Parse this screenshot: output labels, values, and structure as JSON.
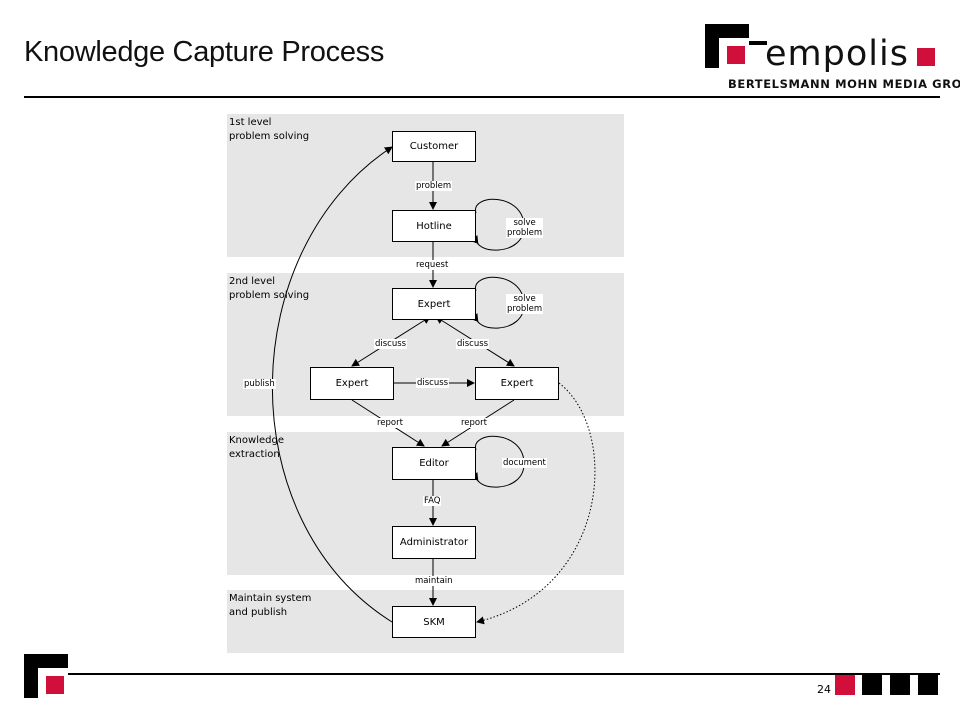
{
  "slide": {
    "title": "Knowledge Capture Process",
    "page_number": "24"
  },
  "logo": {
    "wordmark": "empolis",
    "tagline": "BERTELSMANN MOHN MEDIA GROUP",
    "accent_color": "#d0103a"
  },
  "bands": [
    {
      "label": "1st level\nproblem solving"
    },
    {
      "label": "2nd level\nproblem solving"
    },
    {
      "label": "Knowledge\nextraction"
    },
    {
      "label": "Maintain system\nand publish"
    }
  ],
  "nodes": {
    "customer": "Customer",
    "hotline": "Hotline",
    "expert_top": "Expert",
    "expert_left": "Expert",
    "expert_right": "Expert",
    "editor": "Editor",
    "administrator": "Administrator",
    "skm": "SKM"
  },
  "edge_labels": {
    "problem": "problem",
    "solve_problem_1": "solve\nproblem",
    "request": "request",
    "solve_problem_2": "solve\nproblem",
    "discuss_left": "discuss",
    "discuss_right": "discuss",
    "discuss_middle": "discuss",
    "publish": "publish",
    "report_left": "report",
    "report_right": "report",
    "document": "document",
    "faq": "FAQ",
    "maintain": "maintain"
  }
}
